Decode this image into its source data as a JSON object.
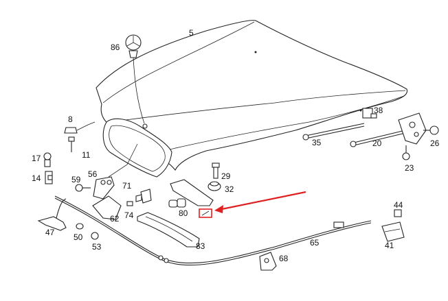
{
  "diagram": {
    "callouts": [
      "5",
      "86",
      "8",
      "11",
      "17",
      "14",
      "56",
      "59",
      "71",
      "74",
      "62",
      "80",
      "29",
      "32",
      "38",
      "35",
      "20",
      "26",
      "23",
      "47",
      "50",
      "53",
      "83",
      "65",
      "44",
      "41",
      "68"
    ],
    "highlight_color": "#e02020"
  }
}
